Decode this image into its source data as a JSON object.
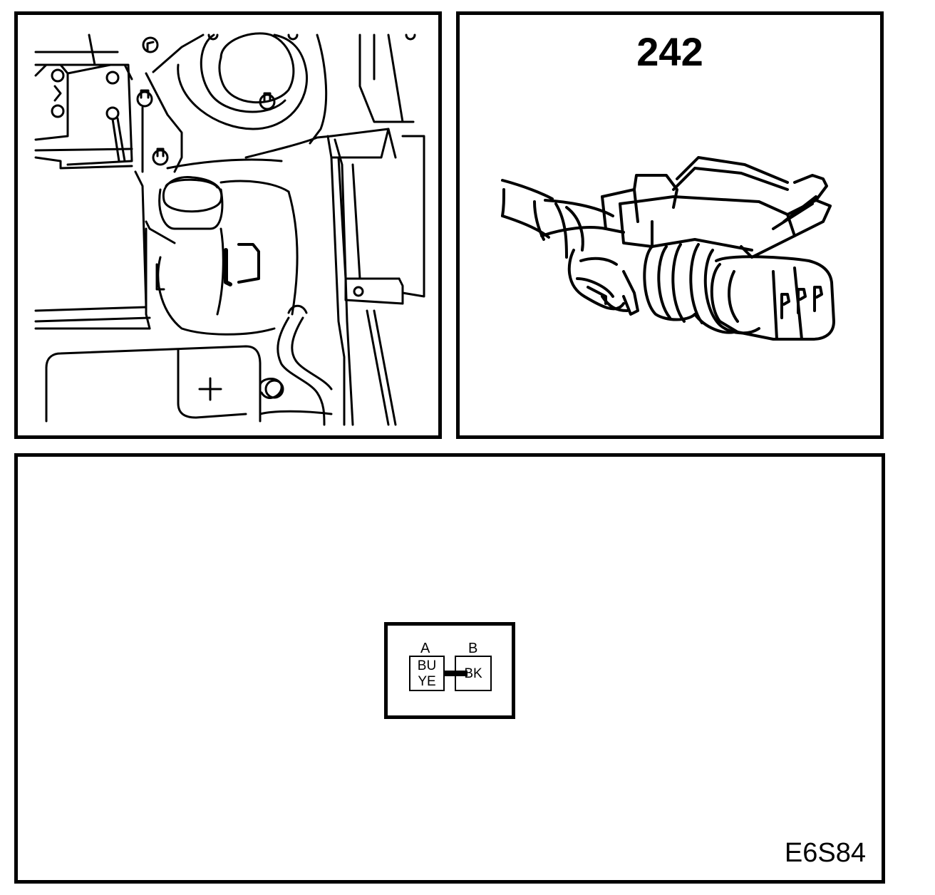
{
  "connector_panel": {
    "connector_number": "242"
  },
  "pinout_panel": {
    "pins": [
      {
        "letter": "A",
        "color_1": "BU",
        "color_2": "YE"
      },
      {
        "letter": "B",
        "color_1": "BK"
      }
    ],
    "diagram_code": "E6S84"
  },
  "icons": {
    "engine_bay": "engine-bay-location-illustration",
    "connector": "connector-illustration",
    "latch": "connector-latch-icon"
  },
  "colors": {
    "line": "#000000",
    "background": "#ffffff"
  }
}
